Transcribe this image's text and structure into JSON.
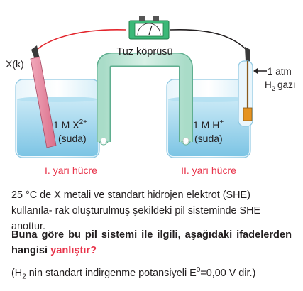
{
  "diagram": {
    "salt_bridge_label": "Tuz köprüsü",
    "electrode_left_label": "X(k)",
    "gas_pressure_label": "1 atm",
    "gas_label_base": "H",
    "gas_label_sub": "2",
    "gas_label_suffix": "gazı",
    "left_solution_line1": "1 M X",
    "left_solution_sup": "2+",
    "left_solution_line2": "(suda)",
    "right_solution_line1": "1 M H",
    "right_solution_sup": "+",
    "right_solution_line2": "(suda)",
    "left_cell_caption": "I. yarı hücre",
    "right_cell_caption": "II. yarı hücre",
    "colors": {
      "caption_red": "#e8334a",
      "water_blue": "#9fd3ec",
      "wire_red": "#e3262d",
      "wire_black": "#231f20",
      "voltmeter_green": "#3cb878",
      "electrode_pink": "#e88aa2"
    }
  },
  "text": {
    "paragraph": "25 °C de X metali ve standart hidrojen elektrot (SHE) kullanıla- rak oluşturulmuş şekildeki pil sisteminde SHE anottur.",
    "question_main": "Buna göre bu pil sistemi ile ilgili, aşağıdaki ifadelerden hangisi ",
    "question_highlight": "yanlıştır?",
    "note_open": "(H",
    "note_sub": "2",
    "note_mid": " nin standart indirgenme potansiyeli E",
    "note_sup": "0",
    "note_end": "=0,00 V dir.)"
  }
}
